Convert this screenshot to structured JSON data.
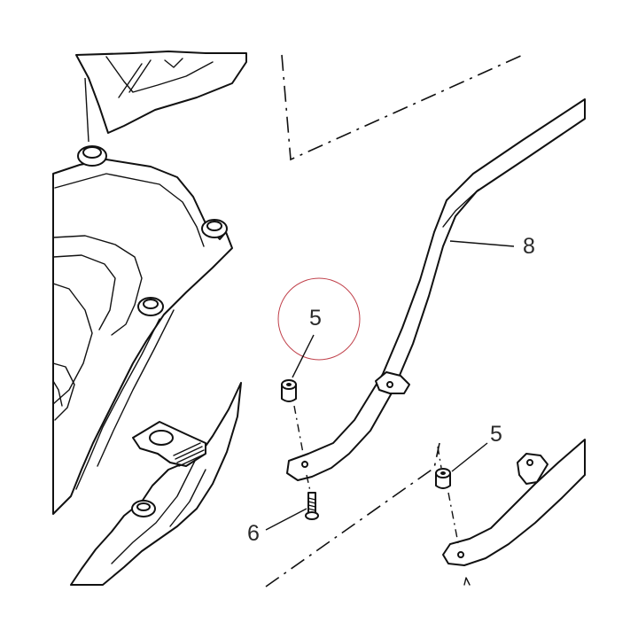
{
  "callouts": [
    {
      "id": "part-5-upper",
      "label": "5"
    },
    {
      "id": "part-5-lower",
      "label": "5"
    },
    {
      "id": "part-6",
      "label": "6"
    },
    {
      "id": "part-8",
      "label": "8"
    }
  ],
  "highlight_color": "#c0404a",
  "line_color": "#111111"
}
